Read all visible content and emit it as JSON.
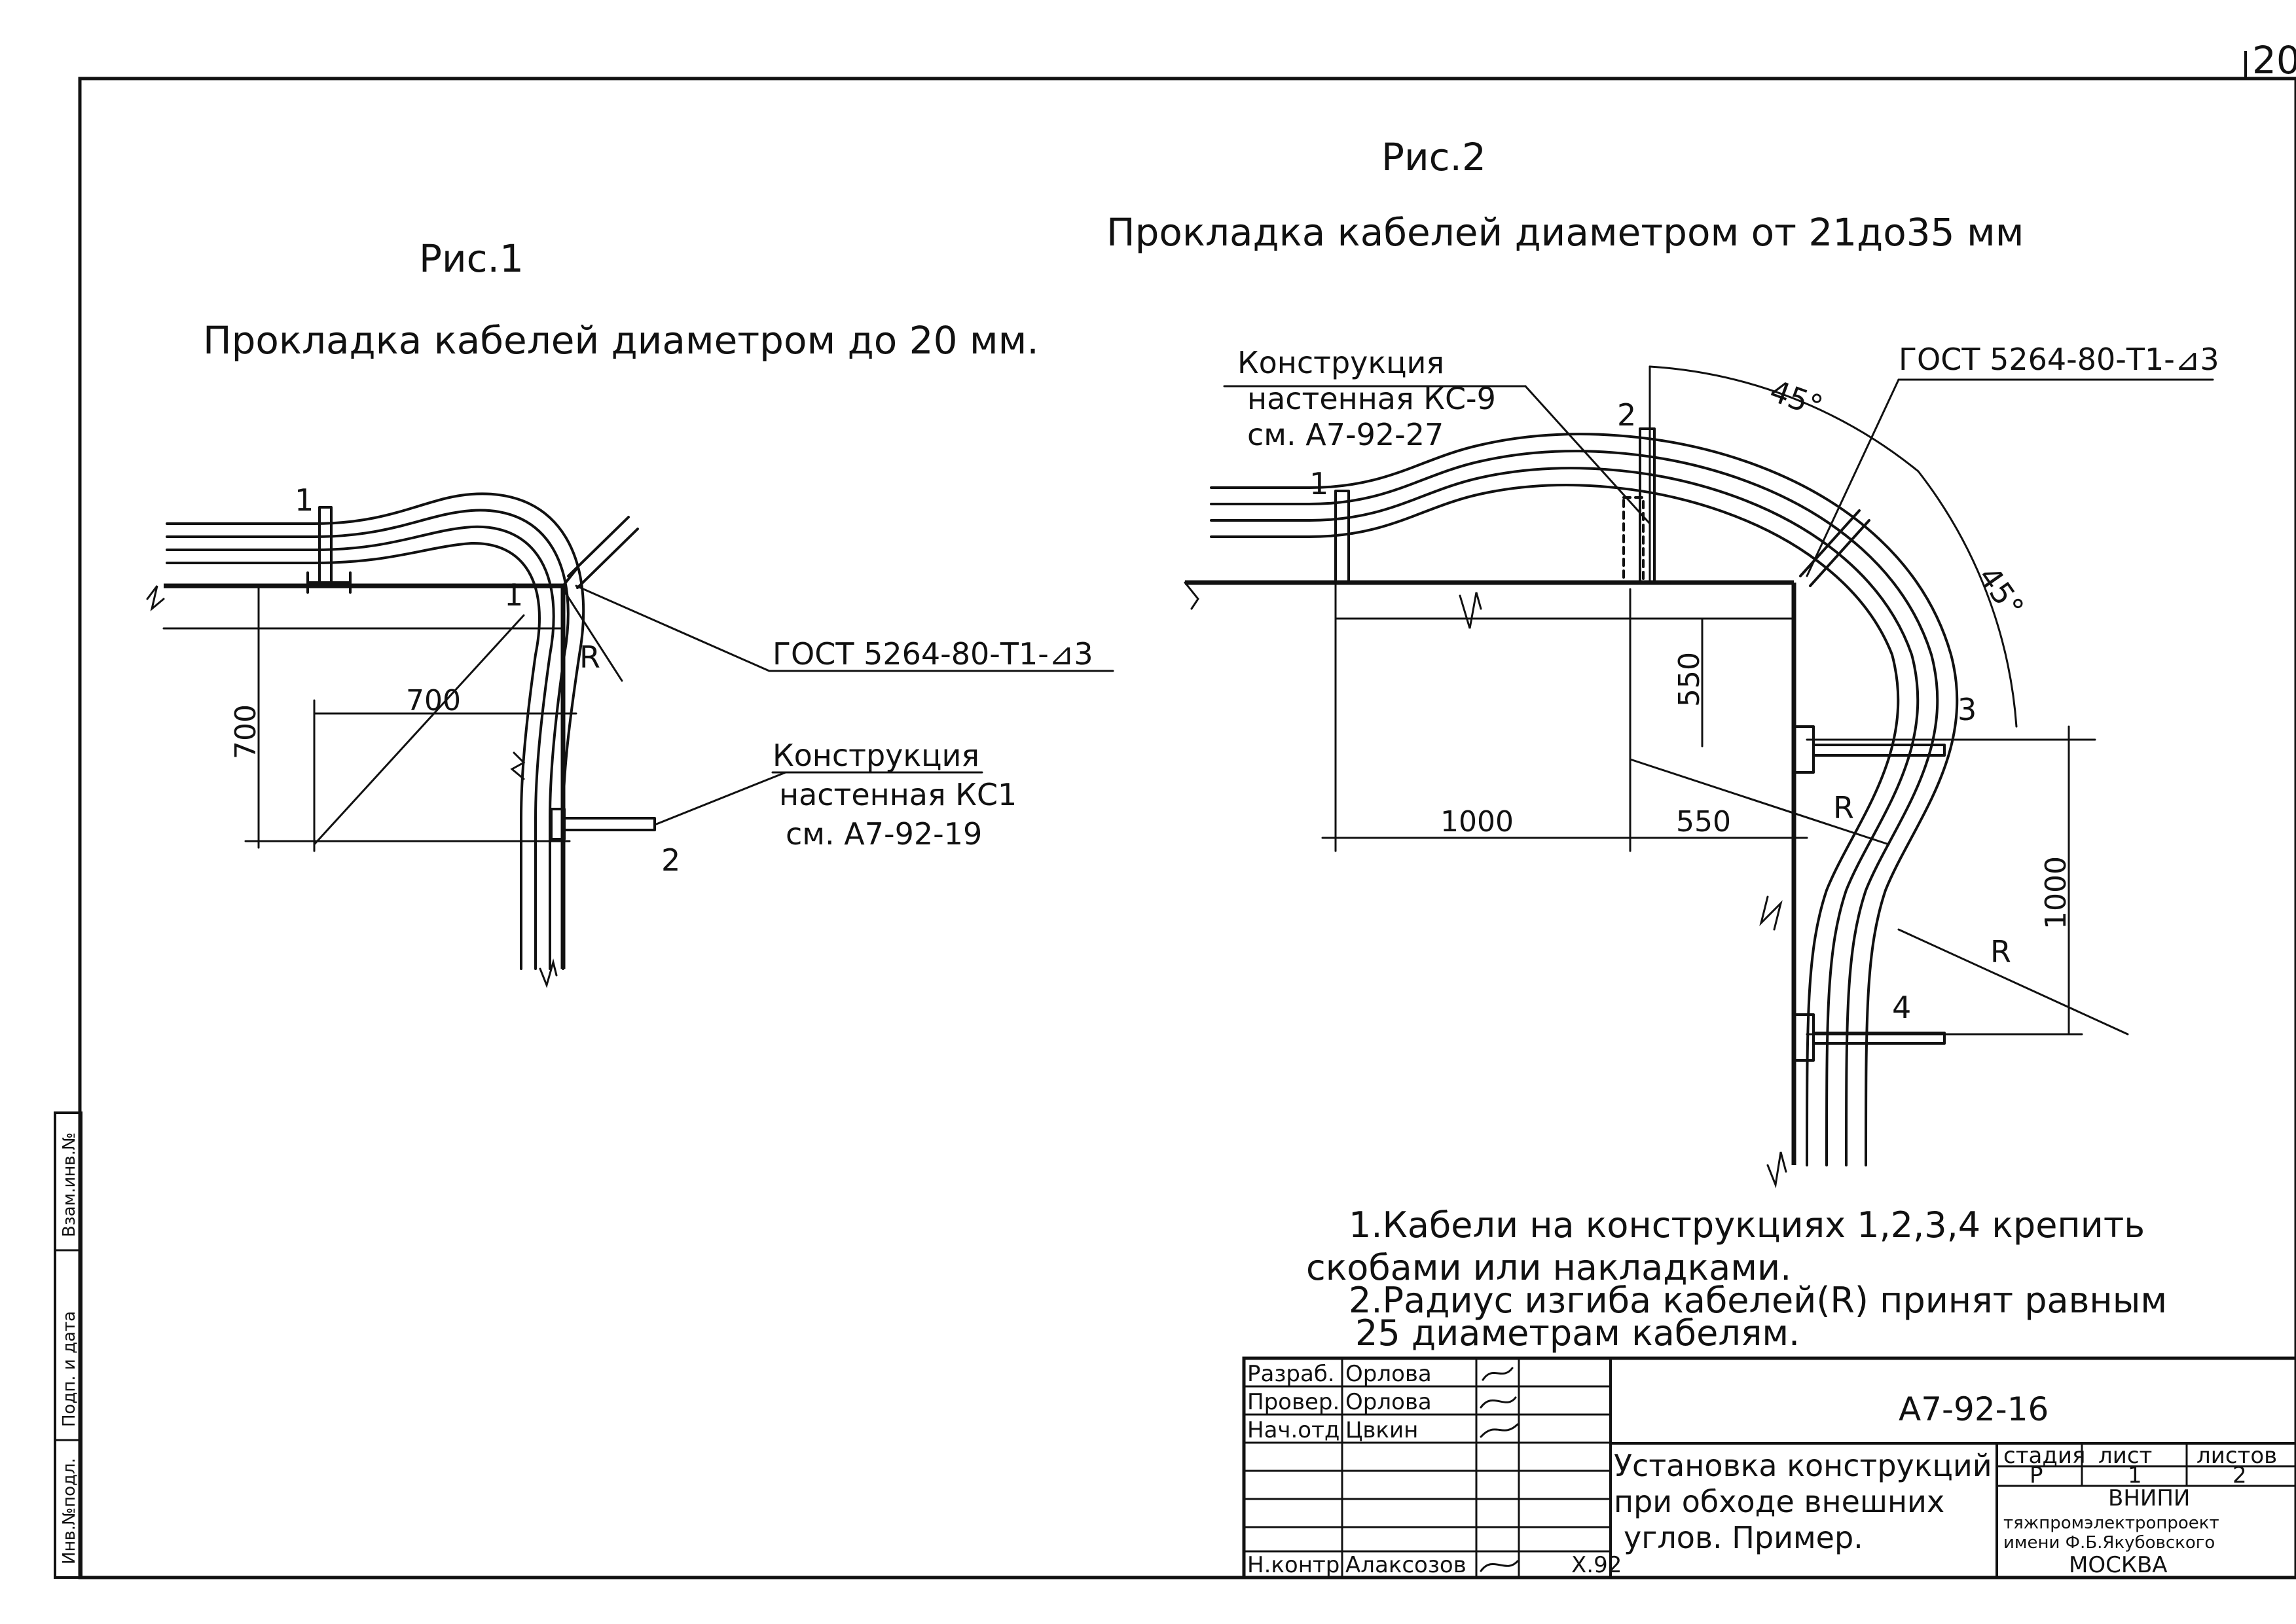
{
  "sheet": {
    "page_number": "20",
    "fig1": {
      "title": "Рис.1",
      "caption": "Прокладка кабелей диаметром до 20 мм.",
      "gost_label": "ГОСТ 5264-80-Т1-⊿3",
      "construction": [
        "Конструкция",
        "настенная КС1",
        "см. А7-92-19"
      ],
      "markers": [
        "1",
        "1",
        "2"
      ],
      "dims": [
        "700",
        "700"
      ],
      "radius": "R"
    },
    "fig2": {
      "title": "Рис.2",
      "caption": "Прокладка кабелей диаметром от 21до35 мм",
      "gost_label": "ГОСТ 5264-80-Т1-⊿3",
      "construction": [
        "Конструкция",
        "настенная КС-9",
        "см. А7-92-27"
      ],
      "markers": [
        "1",
        "2",
        "3",
        "4"
      ],
      "angles": [
        "45°",
        "45°"
      ],
      "dims": [
        "550",
        "1000",
        "550",
        "1000"
      ],
      "radius": "R"
    },
    "notes": [
      "1.Кабели на конструкциях 1,2,3,4 крепить",
      "скобами или накладками.",
      "2.Радиус изгиба кабелей(R) принят равным",
      "25 диаметрам кабелям."
    ],
    "side_stamp": [
      "Инв.№подл.",
      "Подп. и дата",
      "Взам.инв.№"
    ],
    "title_block": {
      "roles": [
        "Разраб.",
        "Провер.",
        "Нач.отд",
        "",
        "",
        "",
        "Н.контр"
      ],
      "names": [
        "Орлова",
        "Орлова",
        "Цвкин",
        "",
        "",
        "",
        "Алаксозов"
      ],
      "date": "X.92",
      "code": "А7-92-16",
      "title_lines": [
        "Установка конструкций",
        "при обходе внешних",
        "углов. Пример."
      ],
      "col_headers": [
        "стадия",
        "лист",
        "листов"
      ],
      "col_values": [
        "Р",
        "1",
        "2"
      ],
      "org": [
        "ВНИПИ",
        "тяжпромэлектропроект",
        "имени Ф.Б.Якубовского",
        "МОСКВА"
      ]
    }
  }
}
